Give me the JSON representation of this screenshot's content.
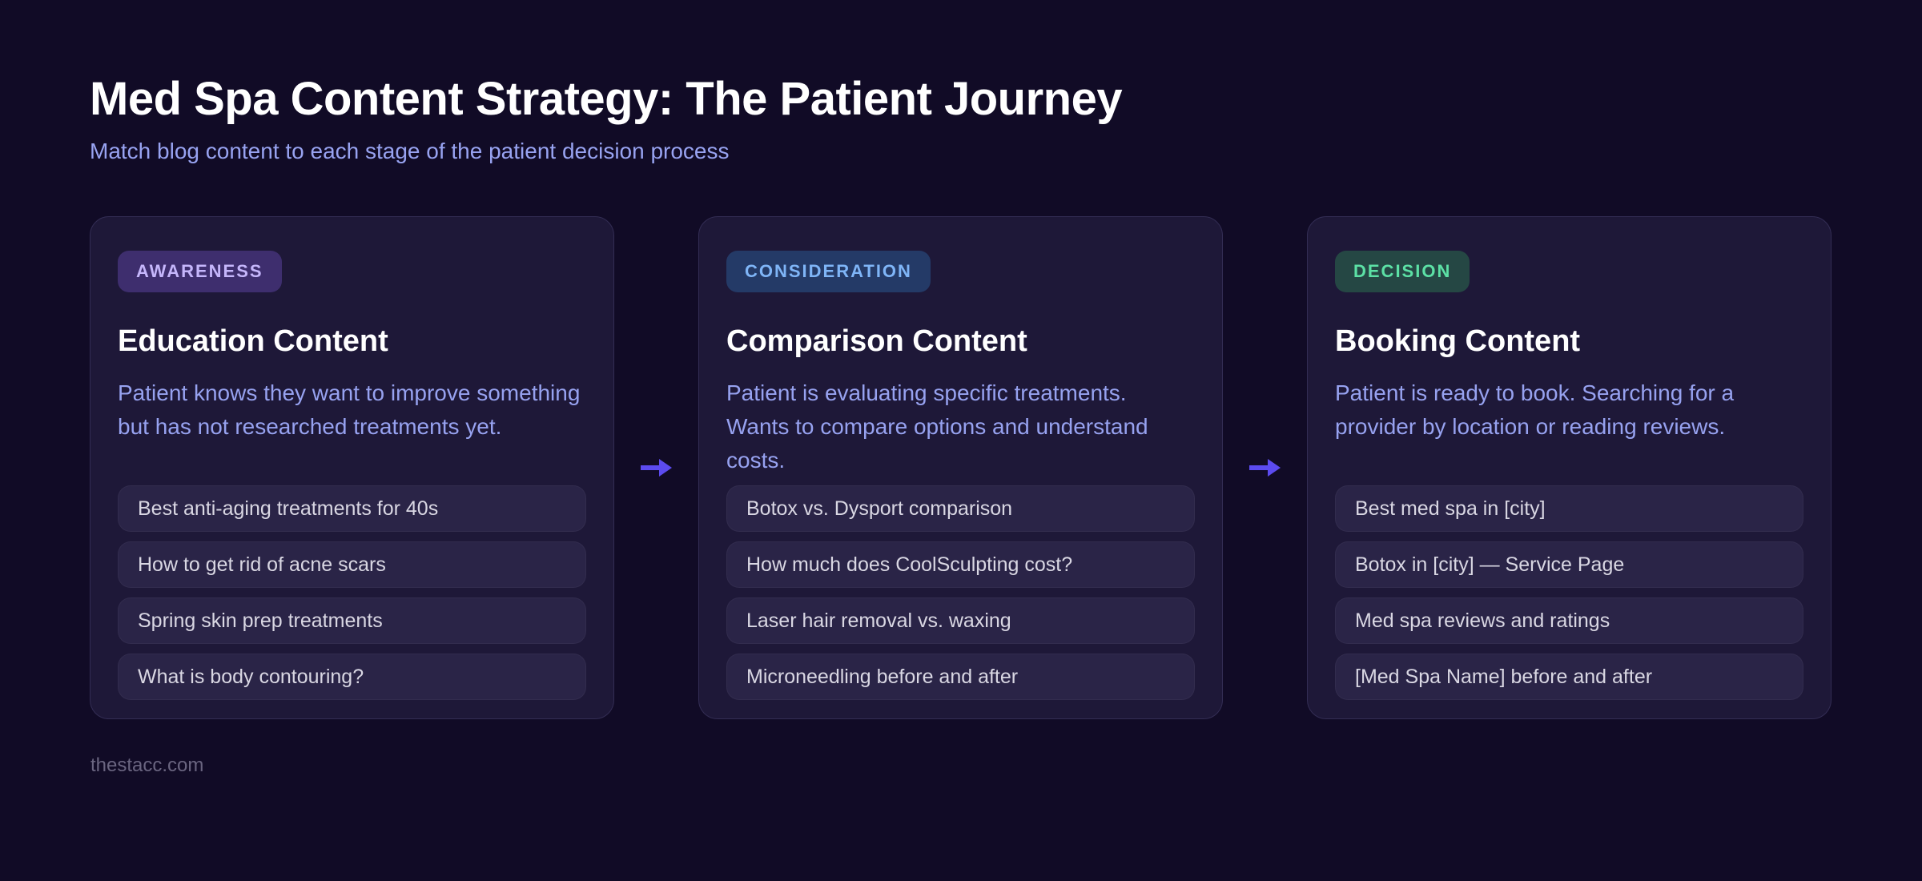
{
  "page": {
    "title": "Med Spa Content Strategy: The Patient Journey",
    "subtitle": "Match blog content to each stage of the patient decision process",
    "footer": "thestacc.com"
  },
  "colors": {
    "background": "#110b26",
    "card_background": "#1e1838",
    "card_border": "#332d54",
    "item_background": "#2a2447",
    "arrow": "#5c4bf0",
    "title_text": "#ffffff",
    "subtitle_text": "#98a3f1",
    "description_text": "#97a2f0",
    "item_text": "#d9d7e3",
    "footer_text": "#6a6580"
  },
  "arrows": [
    {
      "icon": "arrow-right-icon"
    },
    {
      "icon": "arrow-right-icon"
    }
  ],
  "stages": [
    {
      "badge": "AWARENESS",
      "badge_bg": "#3e2e6e",
      "badge_color": "#c5b6fb",
      "title": "Education Content",
      "description": "Patient knows they want to improve something but has not researched treatments yet.",
      "items": [
        "Best anti-aging treatments for 40s",
        "How to get rid of acne scars",
        "Spring skin prep treatments",
        "What is body contouring?"
      ]
    },
    {
      "badge": "CONSIDERATION",
      "badge_bg": "#243a67",
      "badge_color": "#7fb5f7",
      "title": "Comparison Content",
      "description": "Patient is evaluating specific treatments. Wants to compare options and understand costs.",
      "items": [
        "Botox vs. Dysport comparison",
        "How much does CoolSculpting cost?",
        "Laser hair removal vs. waxing",
        "Microneedling before and after"
      ]
    },
    {
      "badge": "DECISION",
      "badge_bg": "#254744",
      "badge_color": "#5ce0a5",
      "title": "Booking Content",
      "description": "Patient is ready to book. Searching for a provider by location or reading reviews.",
      "items": [
        "Best med spa in [city]",
        "Botox in [city] — Service Page",
        "Med spa reviews and ratings",
        "[Med Spa Name] before and after"
      ]
    }
  ]
}
